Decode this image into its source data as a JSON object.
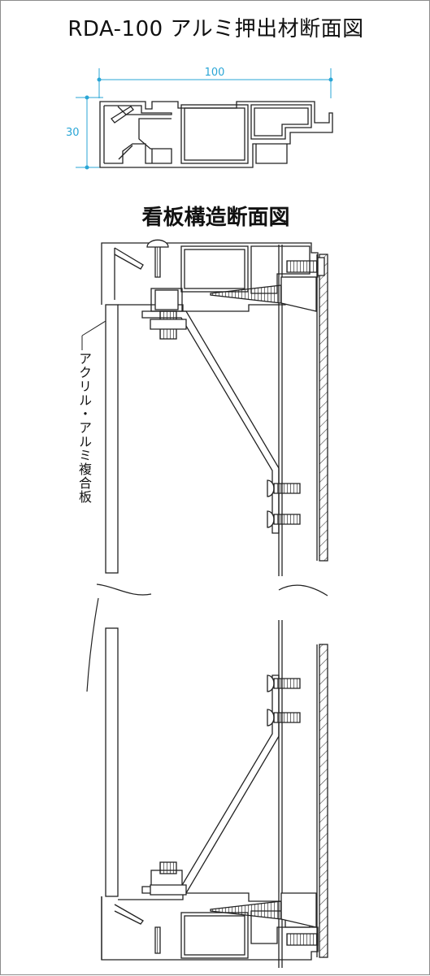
{
  "title": "RDA-100  アルミ押出材断面図",
  "dimensions": {
    "width_label": "100",
    "height_label": "30"
  },
  "structure_title": "看板構造断面図",
  "panel_label": "アクリル・アルミ複合板",
  "colors": {
    "dimension": "#2aa6d6",
    "line": "#222222",
    "hatch": "#555555"
  }
}
